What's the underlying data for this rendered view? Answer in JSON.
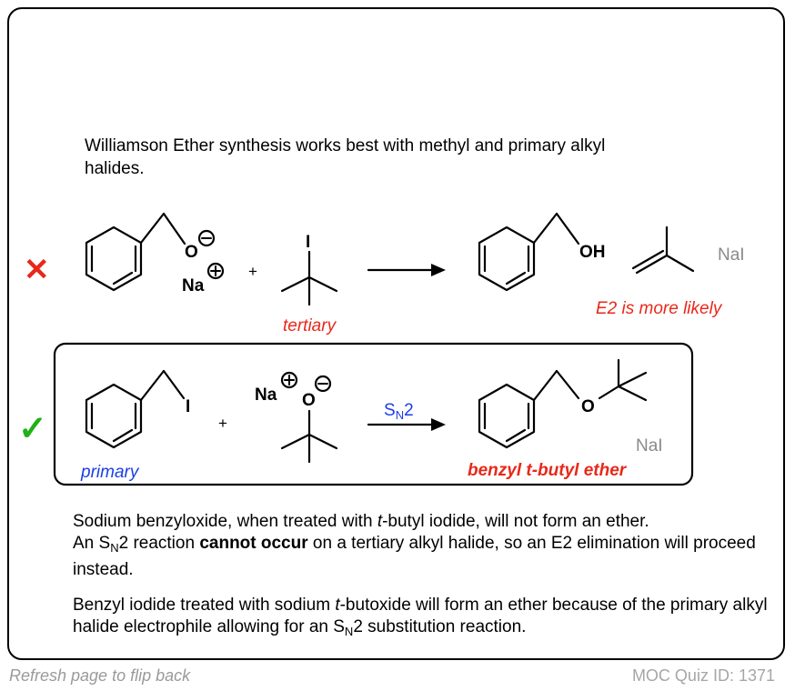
{
  "intro": "Williamson Ether synthesis works best with methyl and primary alkyl halides.",
  "icons": {
    "bad": "cross-mark-icon",
    "good": "check-mark-icon"
  },
  "colors": {
    "red": "#e8281a",
    "green": "#20b018",
    "blue": "#1a3ee8",
    "gray": "#8a8a8a"
  },
  "reaction1": {
    "cross": "✕",
    "oxygen": "O",
    "sodium": "Na",
    "plus": "+",
    "iodine": "I",
    "substrate_label": "tertiary",
    "product_oh": "OH",
    "byproduct": "NaI",
    "note": "E2 is more likely"
  },
  "reaction2": {
    "check": "✓",
    "iodine": "I",
    "substrate_label": "primary",
    "plus": "+",
    "sodium": "Na",
    "oxygen": "O",
    "arrow_label_s": "S",
    "arrow_label_sub": "N",
    "arrow_label_n": "2",
    "product_oxygen": "O",
    "byproduct": "NaI",
    "product_name": "benzyl t-butyl ether"
  },
  "para1": {
    "part1": "Sodium benzyloxide, when treated with ",
    "tbutyl": "t",
    "part2": "-butyl iodide, will not form an ether.",
    "part3": "An S",
    "sub": "N",
    "part4": "2 reaction ",
    "bold": "cannot occur",
    "part5": " on a tertiary alkyl halide, so an E2 elimination will proceed instead."
  },
  "para2": {
    "part1": "Benzyl iodide treated with sodium ",
    "tbutyl": "t",
    "part2": "-butoxide will form an ether because of the primary alkyl halide electrophile allowing for an S",
    "sub": "N",
    "part3": "2 substitution reaction."
  },
  "footer": {
    "left": "Refresh page to flip back",
    "right": "MOC Quiz ID: 1371"
  }
}
